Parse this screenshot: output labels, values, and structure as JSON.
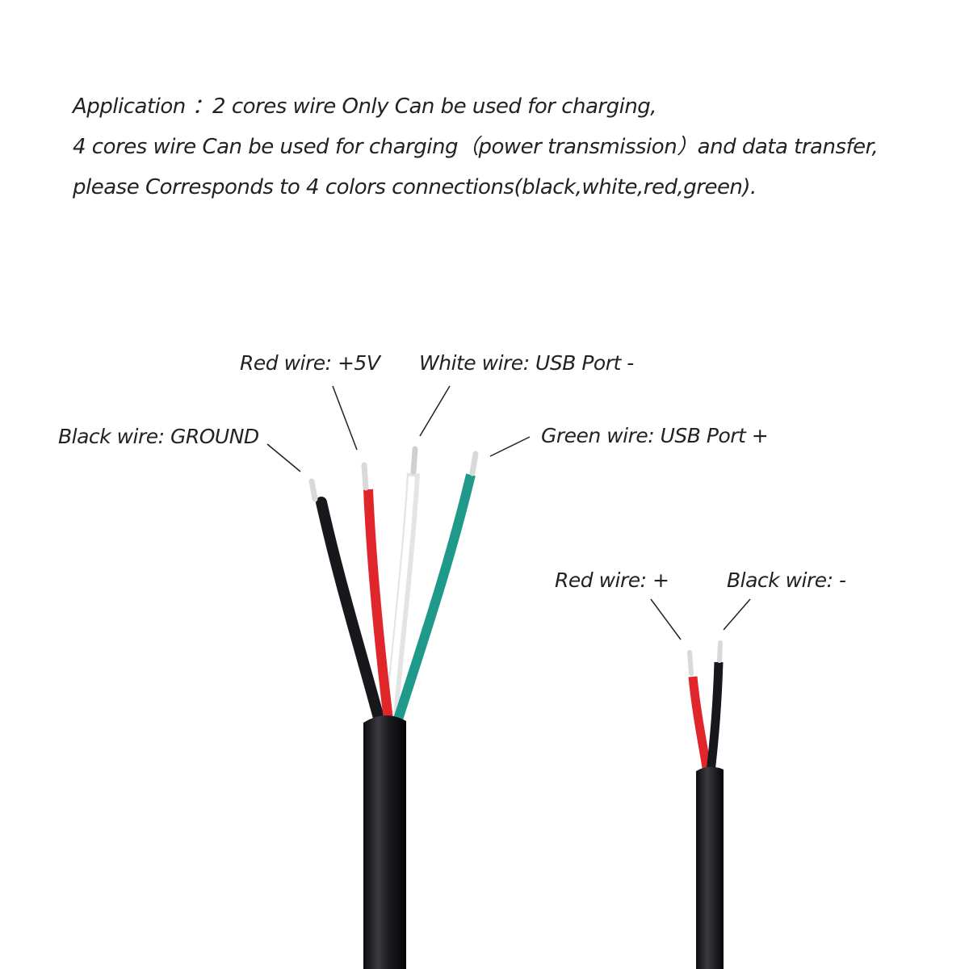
{
  "description": {
    "line1": "Application ：2 cores wire Only Can be used for charging,",
    "line2": "4 cores wire Can be used for charging（power transmission）and data transfer,",
    "line3": "please Corresponds to 4 colors connections(black,white,red,green)."
  },
  "four_core_cable": {
    "labels": {
      "black": "Black wire: GROUND",
      "red": "Red wire: +5V",
      "white": "White wire: USB Port -",
      "green": "Green wire: USB Port +"
    }
  },
  "two_core_cable": {
    "labels": {
      "red": "Red wire: +",
      "black": "Black wire: -"
    }
  },
  "colors": {
    "black": "#17171c",
    "red": "#e0262b",
    "white": "#f2f2f2",
    "green": "#1f9a8a",
    "jacket": "#1b1b1f",
    "copper": "#d9d9d9",
    "leader": "#222222"
  }
}
